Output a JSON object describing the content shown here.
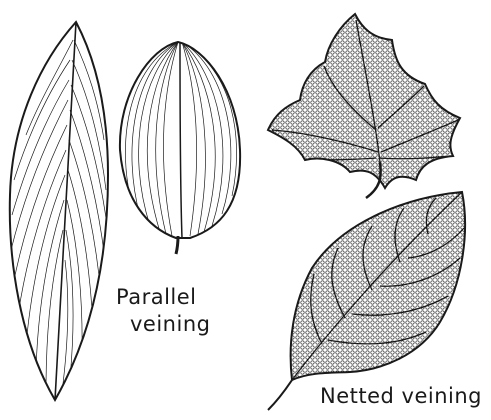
{
  "captions": {
    "parallel_line1": "Parallel",
    "parallel_line2": "veining",
    "netted": "Netted veining"
  },
  "colors": {
    "ink": "#1a1a1a",
    "paper": "#ffffff"
  }
}
